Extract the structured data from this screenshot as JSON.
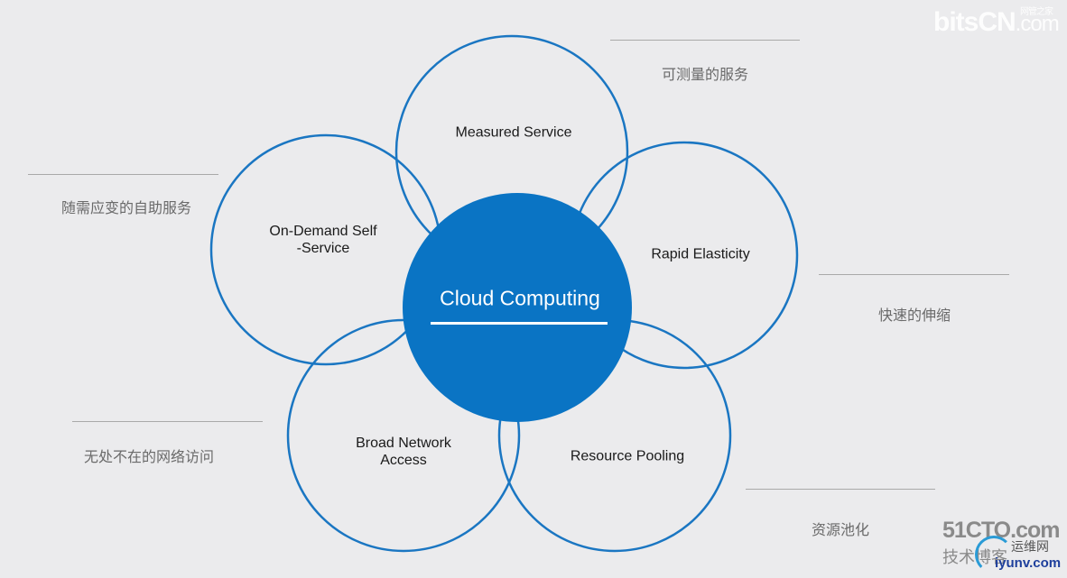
{
  "diagram": {
    "title": "Cloud Computing",
    "colors": {
      "background": "#ebebed",
      "accent": "#0a74c4",
      "ring_stroke": "#1a76c2",
      "label_text": "#1a1a1a",
      "chinese_text": "#6a6a6a",
      "rule": "#a9a9a9"
    },
    "center": {
      "label": "Cloud Computing"
    },
    "characteristics": [
      {
        "id": "measured-service",
        "label": "Measured Service",
        "chinese": "可测量的服务"
      },
      {
        "id": "on-demand-self-service",
        "label": "On-Demand Self\n-Service",
        "chinese": "随需应变的自助服务"
      },
      {
        "id": "rapid-elasticity",
        "label": "Rapid Elasticity",
        "chinese": "快速的伸缩"
      },
      {
        "id": "broad-network-access",
        "label": "Broad Network\nAccess",
        "chinese": "无处不在的网络访问"
      },
      {
        "id": "resource-pooling",
        "label": "Resource Pooling",
        "chinese": "资源池化"
      }
    ]
  },
  "watermarks": {
    "top": {
      "brand": "bitsCN",
      "suffix": ".com",
      "cn": "网管之家"
    },
    "bottom": {
      "brand": "51CTO.com",
      "blog": "技术博客",
      "partner_cn": "运维网",
      "partner": "iyunv.com"
    }
  }
}
